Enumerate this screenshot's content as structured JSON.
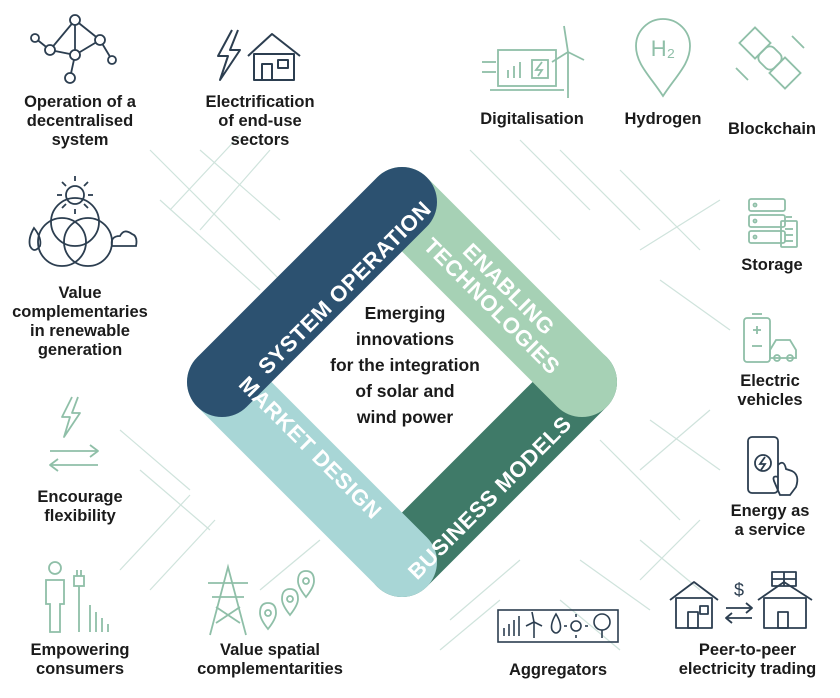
{
  "center_text": "Emerging\ninnovations\nfor the integration\nof solar and\nwind power",
  "bands": {
    "system_operation": "SYSTEM OPERATION",
    "enabling_technologies": "ENABLING\nTECHNOLOGIES",
    "business_models": "BUSINESS MODELS",
    "market_design": "MARKET DESIGN"
  },
  "colors": {
    "system_operation": "#2c5170",
    "enabling_technologies": "#a6d1b5",
    "business_models": "#3f7a68",
    "market_design": "#a8d6d6",
    "icon_dark": "#2c3e50",
    "icon_light": "#8fbfa8"
  },
  "labels": {
    "decentralised": "Operation of a\ndecentralised\nsystem",
    "electrification": "Electrification\nof end-use\nsectors",
    "value_complementarities": "Value\ncomplementaries\nin renewable\ngeneration",
    "flexibility": "Encourage\nflexibility",
    "empowering": "Empowering\nconsumers",
    "spatial": "Value spatial\ncomplementarities",
    "digitalisation": "Digitalisation",
    "hydrogen": "Hydrogen",
    "blockchain": "Blockchain",
    "storage": "Storage",
    "ev": "Electric\nvehicles",
    "energy_service": "Energy as\na service",
    "aggregators": "Aggregators",
    "p2p": "Peer-to-peer\nelectricity trading"
  },
  "icon_text": {
    "hydrogen_symbol": "H₂",
    "dollar": "$"
  }
}
